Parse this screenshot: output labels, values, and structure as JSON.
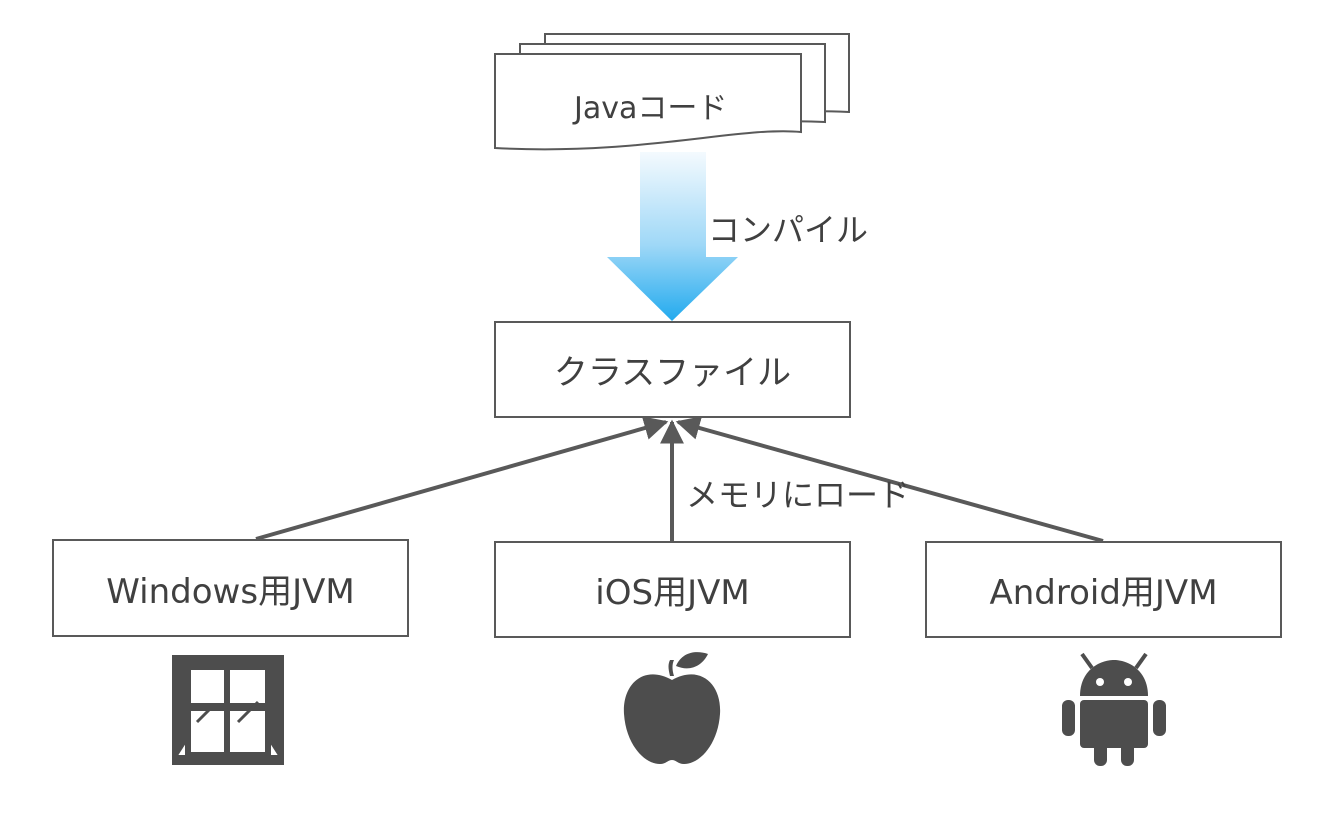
{
  "source": {
    "label": "Javaコード"
  },
  "compile_label": "コンパイル",
  "class_file": {
    "label": "クラスファイル"
  },
  "load_label": "メモリにロード",
  "jvms": [
    {
      "label": "Windows用JVM",
      "icon": "windows-icon"
    },
    {
      "label": "iOS用JVM",
      "icon": "apple-icon"
    },
    {
      "label": "Android用JVM",
      "icon": "android-icon"
    }
  ],
  "colors": {
    "stroke": "#595959",
    "icon": "#4d4d4d",
    "arrow_top": "#f4fafe",
    "arrow_bottom": "#22aaee"
  }
}
